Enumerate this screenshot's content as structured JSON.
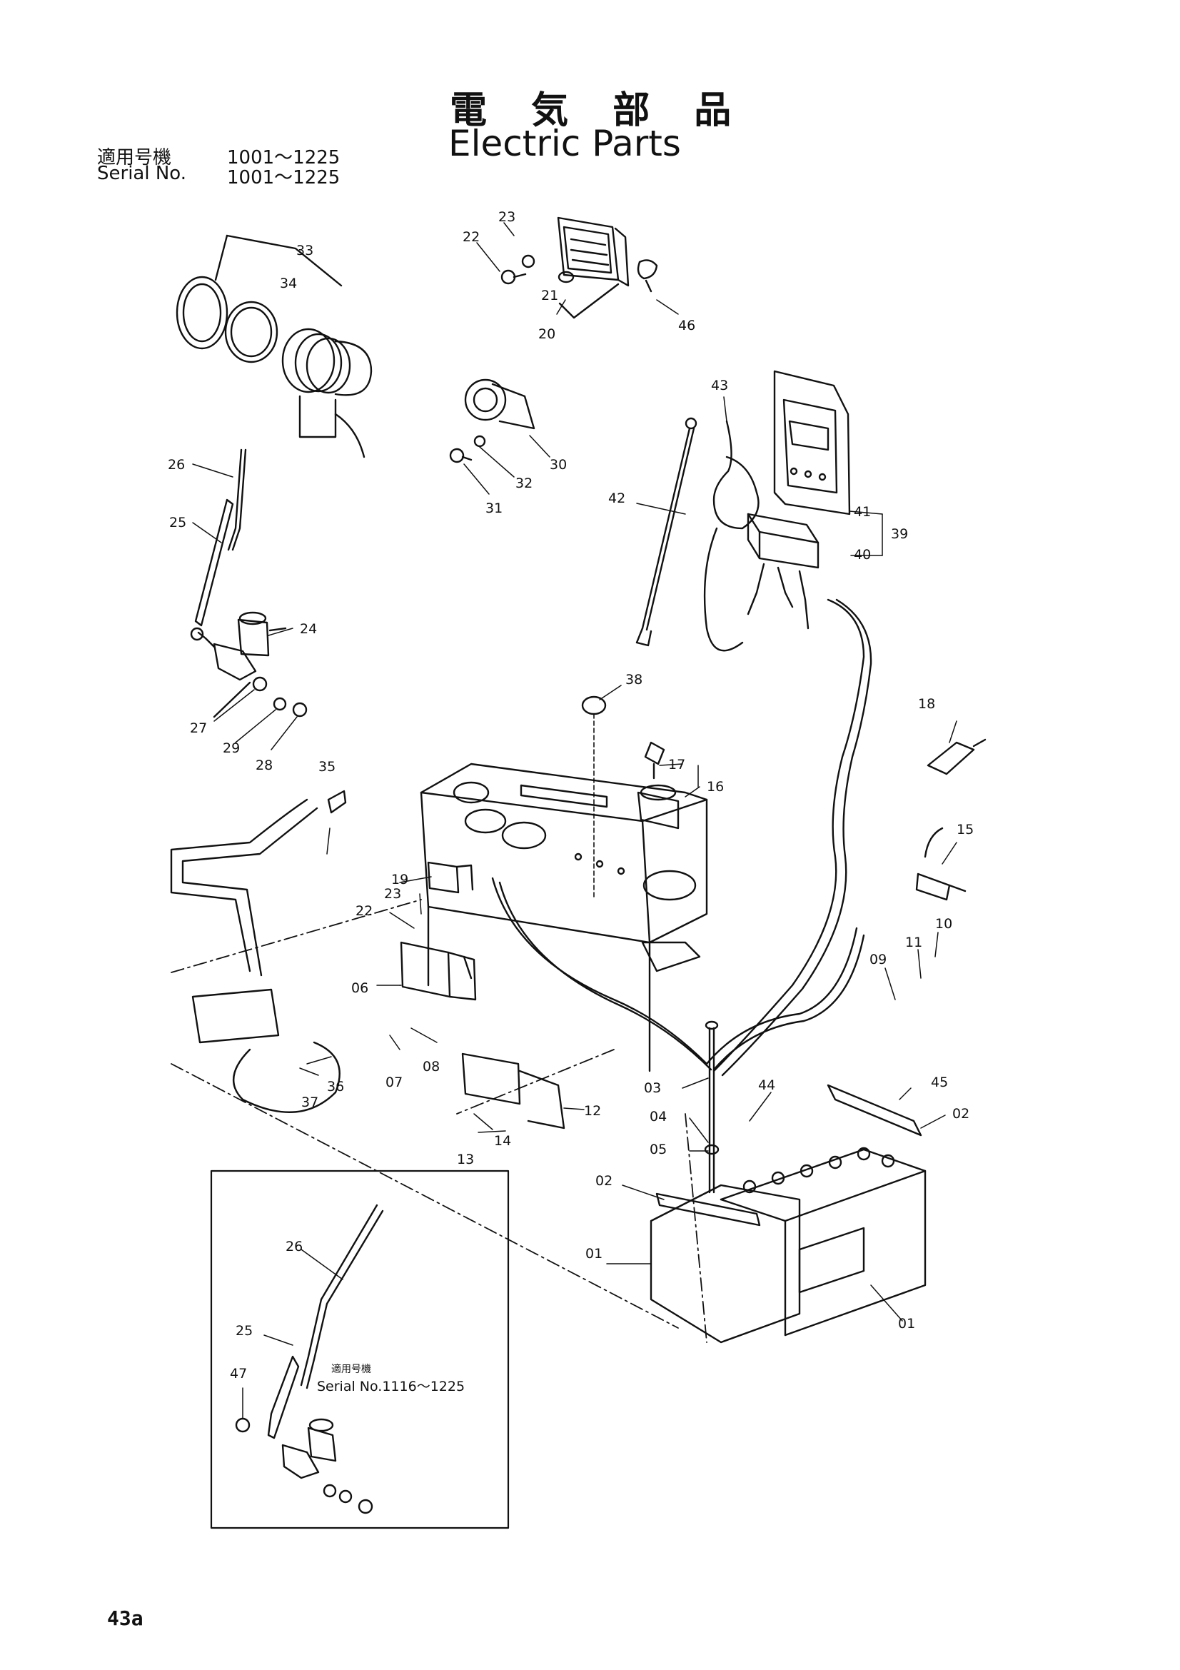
{
  "header": {
    "title_jp": "電 気 部 品",
    "title_en": "Electric Parts",
    "serial_jp_label": "適用号機",
    "serial_jp_value": "1001～1225",
    "serial_en_label": "Serial No.",
    "serial_en_value": "1001～1225"
  },
  "inset": {
    "serial_jp_label": "適用号機",
    "serial_en_label": "Serial No.1116～1225"
  },
  "callouts": [
    "33",
    "34",
    "22",
    "23",
    "21",
    "20",
    "46",
    "30",
    "32",
    "31",
    "26",
    "25",
    "24",
    "27",
    "29",
    "28",
    "43",
    "42",
    "41",
    "39",
    "40",
    "38",
    "18",
    "17",
    "16",
    "15",
    "35",
    "19",
    "23",
    "22",
    "06",
    "07",
    "08",
    "36",
    "37",
    "12",
    "14",
    "13",
    "03",
    "44",
    "45",
    "02",
    "04",
    "05",
    "02",
    "01",
    "01",
    "10",
    "11",
    "09",
    "26",
    "25",
    "47"
  ],
  "page_number": "43a"
}
